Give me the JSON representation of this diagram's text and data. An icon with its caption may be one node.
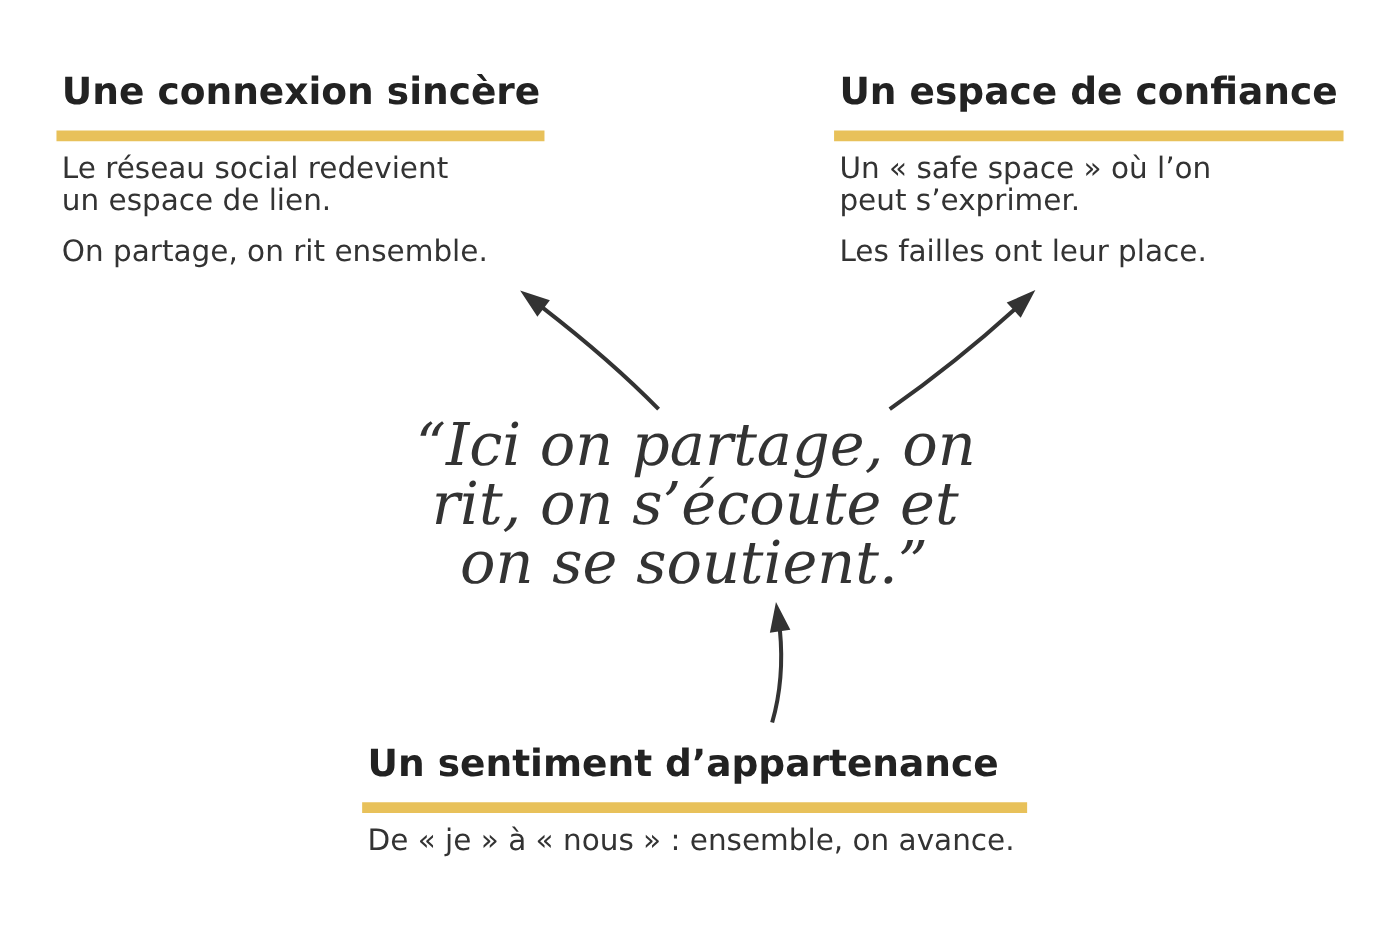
{
  "diagram": {
    "nodes": [
      {
        "text": [
          "“Ici on partage, on rit, on s’écoute et on se soutient.”"
        ]
      },
      {
        "text": [
          "Une connexion sincère",
          "Le réseau social redevient un espace de lien.",
          "On partage, on rit ensemble."
        ]
      },
      {
        "text": [
          "Un espace de confiance",
          "Un « safe space » où l’on peut s’exprimer.",
          "Les failles ont leur place."
        ]
      },
      {
        "text": [
          "Un sentiment d’appartenance",
          "De « je » à « nous » : ensemble, on avance."
        ]
      }
    ],
    "edges": [
      {
        "from": 0,
        "to": 1,
        "arrow": "to"
      },
      {
        "from": 0,
        "to": 2,
        "arrow": "to"
      },
      {
        "from": 3,
        "to": 0,
        "arrow": "to"
      }
    ]
  }
}
